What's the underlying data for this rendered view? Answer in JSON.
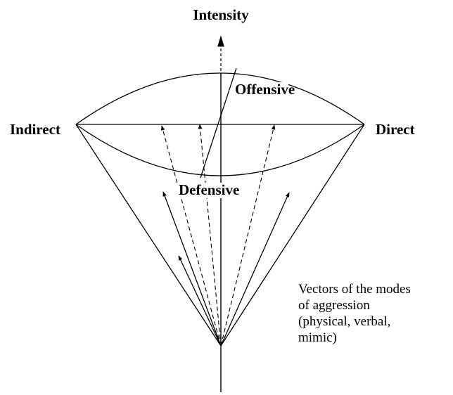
{
  "axis": {
    "vertical_label": "Intensity",
    "left_label": "Indirect",
    "right_label": "Direct"
  },
  "plane": {
    "upper_label": "Offensive",
    "lower_label": "Defensive"
  },
  "note": {
    "lines": [
      "Vectors of the modes",
      "of aggression",
      "(physical, verbal,",
      "mimic)"
    ]
  },
  "colors": {
    "stroke": "#000000",
    "background": "#ffffff"
  }
}
